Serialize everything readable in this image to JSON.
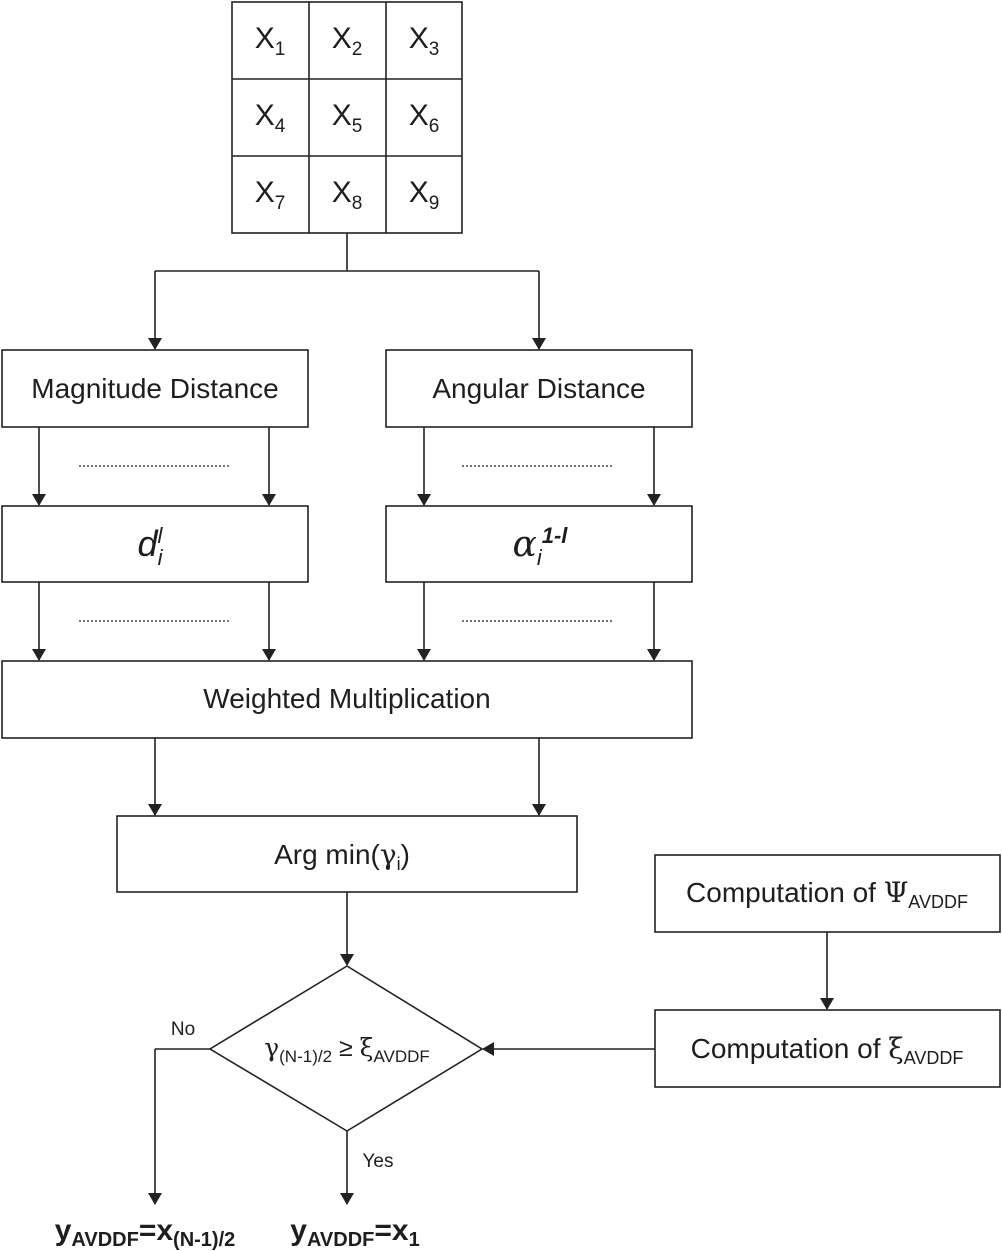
{
  "grid": {
    "cells": [
      {
        "base": "X",
        "sub": "1"
      },
      {
        "base": "X",
        "sub": "2"
      },
      {
        "base": "X",
        "sub": "3"
      },
      {
        "base": "X",
        "sub": "4"
      },
      {
        "base": "X",
        "sub": "5"
      },
      {
        "base": "X",
        "sub": "6"
      },
      {
        "base": "X",
        "sub": "7"
      },
      {
        "base": "X",
        "sub": "8"
      },
      {
        "base": "X",
        "sub": "9"
      }
    ]
  },
  "nodes": {
    "magnitude": "Magnitude Distance",
    "angular": "Angular Distance",
    "d_term": {
      "base": "d",
      "sub": "i",
      "sup": "l"
    },
    "alpha_term": {
      "base": "α",
      "sub": "i",
      "sup": "1-l"
    },
    "weighted": "Weighted Multiplication",
    "argmin": {
      "text": "Arg min(",
      "greek": "γ",
      "sub": "i",
      "close": ")"
    },
    "psi": {
      "text": "Computation of ",
      "greek": "Ψ",
      "sub": "AVDDF"
    },
    "xi": {
      "text": "Computation of ",
      "greek": "ξ",
      "sub": "AVDDF"
    },
    "decision": {
      "greek": "γ",
      "sub": "(N-1)/2",
      "op": " ≥ ",
      "greek2": "ξ",
      "sub2": "AVDDF"
    }
  },
  "edges": {
    "no_label": "No",
    "yes_label": "Yes"
  },
  "outputs": {
    "no_output": {
      "base": "y",
      "sub": "AVDDF",
      "eq": "=x",
      "sub2": "(N-1)/2"
    },
    "yes_output": {
      "base": "y",
      "sub": "AVDDF",
      "eq": "=x",
      "sub2": "1"
    }
  }
}
